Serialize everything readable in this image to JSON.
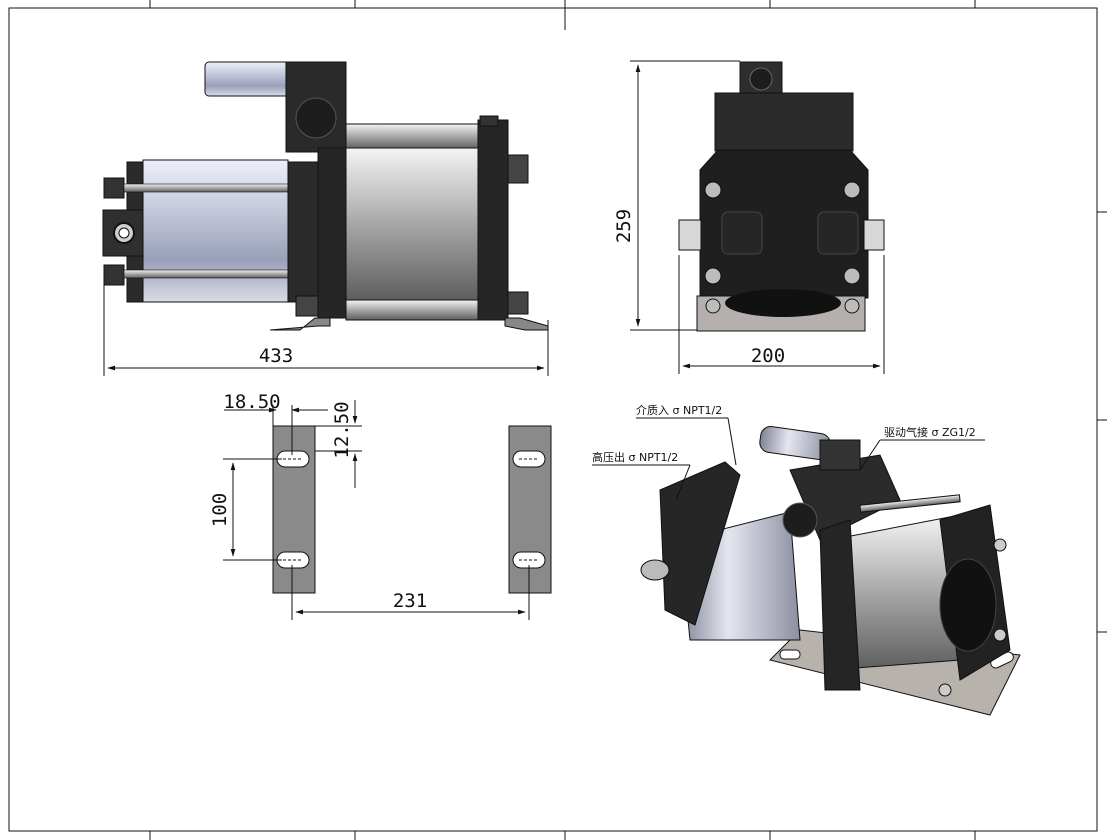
{
  "dimensions": {
    "front_length": "433",
    "side_height": "259",
    "side_width": "200",
    "slot_offset_x": "18.50",
    "slot_offset_y": "12.50",
    "slot_pitch": "100",
    "bracket_spacing": "231"
  },
  "callouts": {
    "medium_inlet": "介质入 σ NPT1/2",
    "high_pressure_outlet": "高压出 σ NPT1/2",
    "drive_air_inlet": "驱动气接 σ ZG1/2"
  },
  "colors": {
    "line": "#111111",
    "steel_dark": "#2b2b2b",
    "cylinder_light": "#c8cde0",
    "bracket_gray": "#8a8a8a",
    "plate_gray": "#b5b0ad"
  }
}
